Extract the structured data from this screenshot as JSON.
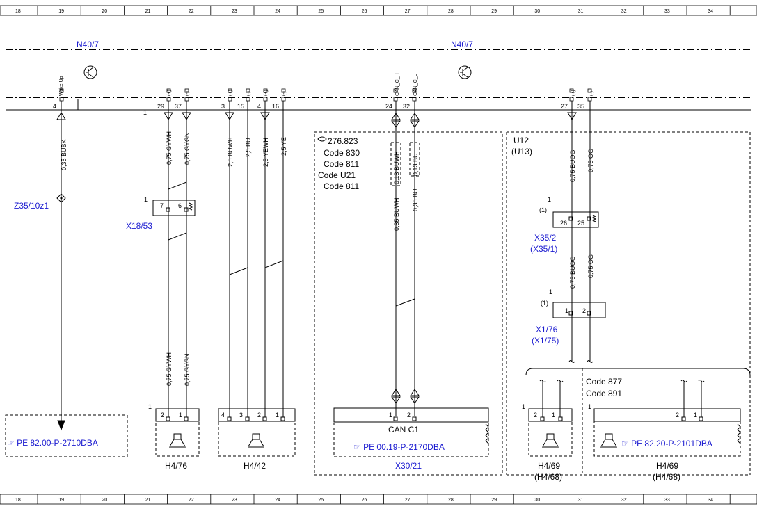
{
  "ruler": {
    "numbers": [
      "18",
      "19",
      "20",
      "21",
      "22",
      "23",
      "24",
      "25",
      "26",
      "27",
      "28",
      "29",
      "30",
      "31",
      "32",
      "33",
      "34"
    ]
  },
  "modules": {
    "n40_left": "N40/7",
    "n40_right": "N40/7"
  },
  "pins": {
    "wake_up": "Wake Up",
    "plus": "(+)",
    "minus": "(-)",
    "can_h": "CAN_C_H",
    "can_l": "CAN_C_L",
    "n4": "4",
    "n29": "29",
    "n37": "37",
    "n3": "3",
    "n15": "15",
    "n4b": "4",
    "n16": "16",
    "n24": "24",
    "n32": "32",
    "n27": "27",
    "n35": "35",
    "bus1": "1"
  },
  "wires": {
    "bubk": "0,35 BUBK",
    "gywh_top": "0,75 GYWH",
    "gygn_top": "0,75 GYGN",
    "gywh_bot": "0,75 GYWH",
    "gygn_bot": "0,75 GYGN",
    "buwh_25": "2,5 BUWH",
    "bu_25": "2,5 BU",
    "yewh_25": "2,5 YEWH",
    "ye_25": "2,5 YE",
    "buwh_013": "0,13 BUWH",
    "bu_013": "0,13 BU",
    "buwh_035": "0,35 BUWH",
    "bu_035": "0,35 BU",
    "buog_a": "0,75 BUOG",
    "og_a": "0,75 OG",
    "buog_b": "0,75 BUOG",
    "og_b": "0,75 OG"
  },
  "connectors": {
    "z35": "Z35/10z1",
    "x18": "X18/53",
    "x18_one": "1",
    "x18_p7": "7",
    "x18_p6": "6",
    "x35": "X35/2",
    "x35_alt": "(X35/1)",
    "x35_one": "1",
    "x35_paren": "(1)",
    "x35_p26": "26",
    "x35_p25": "25",
    "x1": "X1/76",
    "x1_alt": "(X1/75)",
    "x1_one": "1",
    "x1_paren": "(1)",
    "x1_p1": "1",
    "x1_p2": "2"
  },
  "codes": {
    "engine": "276.823",
    "c830": "Code 830",
    "c811a": "Code 811",
    "cu21": "Code U21",
    "c811b": "Code 811",
    "u12": "U12",
    "u13": "(U13)",
    "c877": "Code 877",
    "c891": "Code 891"
  },
  "components": {
    "h476": "H4/76",
    "h442": "H4/42",
    "x3021": "X30/21",
    "can_c1": "CAN C1",
    "h469a": "H4/69",
    "h468a": "(H4/68)",
    "h469b": "H4/69",
    "h468b": "(H4/68)"
  },
  "comp_pins": {
    "h476_one": "1",
    "h476_p2": "2",
    "h476_p1": "1",
    "h442_p4": "4",
    "h442_p3": "3",
    "h442_p2": "2",
    "h442_p1": "1",
    "can_p1": "1",
    "can_p2": "2",
    "h469a_one": "1",
    "h469a_p2": "2",
    "h469a_p1": "1",
    "h469b_one": "1",
    "h469b_p2": "2",
    "h469b_p1": "1"
  },
  "refs": {
    "pe8200": "PE 82.00-P-2710DBA",
    "pe0019": "PE 00.19-P-2170DBA",
    "pe8220": "PE 82.20-P-2101DBA"
  }
}
